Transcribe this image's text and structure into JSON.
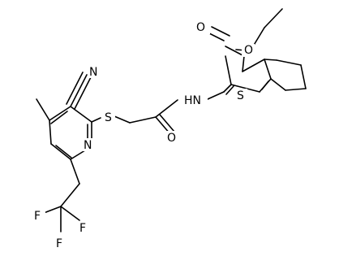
{
  "labels": {
    "ester_o_double": "O",
    "ester_o_single": "O",
    "amide_nh": "HN",
    "thiophene_s": "S",
    "nitrile_n": "N",
    "thioether_s": "S",
    "amide_o": "O",
    "pyridine_n": "N",
    "fluorine_1": "F",
    "fluorine_2": "F",
    "fluorine_3": "F"
  }
}
